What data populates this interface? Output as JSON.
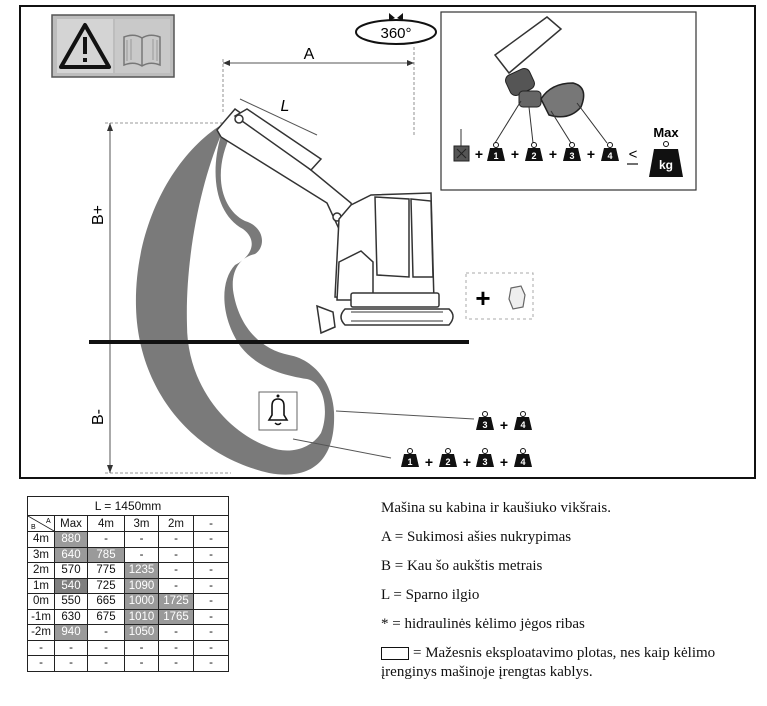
{
  "diagram": {
    "rotation_label": "360°",
    "dim_a": "A",
    "dim_l": "L",
    "dim_b_plus": "B+",
    "dim_b_minus": "B-",
    "max_label": "Max",
    "kg_label": "kg",
    "inset_weights": [
      "1",
      "2",
      "3",
      "4"
    ],
    "mid_weights": [
      "3",
      "4"
    ],
    "low_weights": [
      "1",
      "2",
      "3",
      "4"
    ],
    "plus_sign": "+",
    "le_sign": "<",
    "icons": [
      "warning-triangle-icon",
      "manual-book-icon",
      "rotation-arrow-icon",
      "bell-icon",
      "weight-icon",
      "hook-icon"
    ]
  },
  "table": {
    "length_header": "L = 1450mm",
    "corner_a": "A",
    "corner_b": "B",
    "columns": [
      "Max",
      "4m",
      "3m",
      "2m",
      "-"
    ],
    "rows": [
      {
        "b": "4m",
        "cells": [
          "880",
          "-",
          "-",
          "-",
          "-"
        ],
        "shade": [
          "g1",
          "",
          "",
          "",
          ""
        ]
      },
      {
        "b": "3m",
        "cells": [
          "640",
          "785",
          "-",
          "-",
          "-"
        ],
        "shade": [
          "g1",
          "g1",
          "",
          "",
          ""
        ]
      },
      {
        "b": "2m",
        "cells": [
          "570",
          "775",
          "1235",
          "-",
          "-"
        ],
        "shade": [
          "",
          "",
          "g1",
          "",
          ""
        ]
      },
      {
        "b": "1m",
        "cells": [
          "540",
          "725",
          "1090",
          "-",
          "-"
        ],
        "shade": [
          "g2",
          "",
          "g1",
          "",
          ""
        ]
      },
      {
        "b": "0m",
        "cells": [
          "550",
          "665",
          "1000",
          "1725",
          "-"
        ],
        "shade": [
          "",
          "",
          "g1",
          "g1",
          ""
        ]
      },
      {
        "b": "-1m",
        "cells": [
          "630",
          "675",
          "1010",
          "1765",
          "-"
        ],
        "shade": [
          "",
          "",
          "g1",
          "g1",
          ""
        ]
      },
      {
        "b": "-2m",
        "cells": [
          "940",
          "-",
          "1050",
          "-",
          "-"
        ],
        "shade": [
          "g1",
          "",
          "g1",
          "",
          ""
        ]
      },
      {
        "b": "-",
        "cells": [
          "-",
          "-",
          "-",
          "-",
          "-"
        ],
        "shade": [
          "",
          "",
          "",
          "",
          ""
        ]
      },
      {
        "b": "-",
        "cells": [
          "-",
          "-",
          "-",
          "-",
          "-"
        ],
        "shade": [
          "",
          "",
          "",
          "",
          ""
        ]
      }
    ]
  },
  "legend": {
    "line1": "Mašina su kabina ir kaušiuko vikšrais.",
    "line2": "A = Sukimosi ašies nukrypimas",
    "line3": "B = Kau šo aukštis metrais",
    "line4": "L = Sparno ilgio",
    "line5": "* = hidraulinės kėlimo jėgos ribas",
    "line6": "= Mažesnis eksploatavimo plotas, nes kaip kėlimo įrenginys mašinoje įrengtas kablys."
  }
}
